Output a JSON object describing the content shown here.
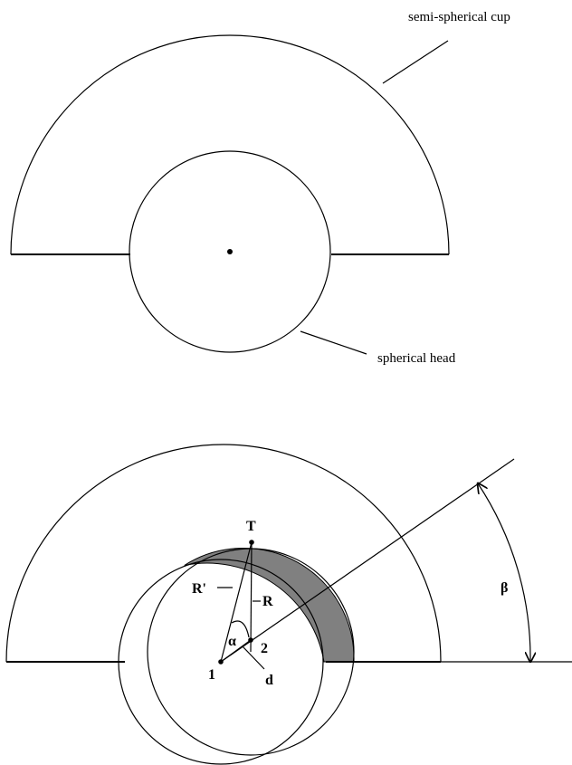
{
  "top_figure": {
    "cup_label": "semi-spherical cup",
    "head_label": "spherical head"
  },
  "bottom_figure": {
    "point_T": "T",
    "point_1": "1",
    "point_2": "2",
    "label_R": "R",
    "label_R_prime": "R'",
    "label_alpha": "α",
    "label_d": "d",
    "label_beta": "β"
  },
  "colors": {
    "line": "#000000",
    "shaded_region": "#808080",
    "background": "#ffffff"
  }
}
